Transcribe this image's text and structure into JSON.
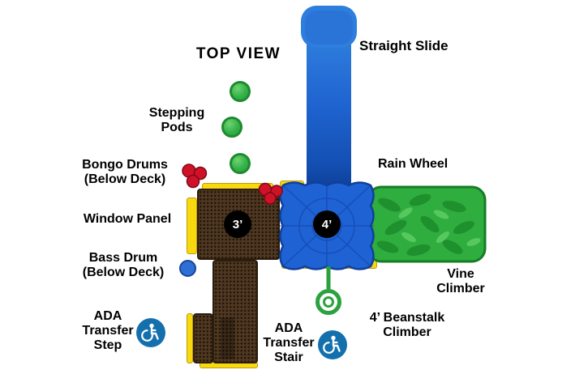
{
  "diagram": {
    "title": "TOP VIEW",
    "labels": {
      "straight_slide": "Straight Slide",
      "stepping_pods": [
        "Stepping",
        "Pods"
      ],
      "bongo_drums": [
        "Bongo Drums",
        "(Below Deck)"
      ],
      "window_panel": "Window Panel",
      "bass_drum": [
        "Bass Drum",
        "(Below Deck)"
      ],
      "ada_step": [
        "ADA",
        "Transfer",
        "Step"
      ],
      "ada_stair": [
        "ADA",
        "Transfer",
        "Stair"
      ],
      "rain_wheel": "Rain Wheel",
      "vine_climber": [
        "Vine",
        "Climber"
      ],
      "beanstalk": [
        "4’ Beanstalk",
        "Climber"
      ]
    },
    "decks": {
      "deck3_label": "3’",
      "deck4_label": "4’"
    },
    "icons": {
      "ada": "wheelchair-icon",
      "stepping_pod": "green-pod-icon",
      "bongo_drums": "red-drum-cluster-icon",
      "bass_drum": "blue-drum-icon",
      "beanstalk": "spiral-vine-icon"
    },
    "colors": {
      "slide_blue_top": "#2e7ede",
      "slide_blue_bottom": "#0c3d93",
      "deck_blue": "#1e62d4",
      "green": "#2fae3c",
      "brown": "#4f3823",
      "yellow": "#f8d80e",
      "red": "#cf1228",
      "ada_blue": "#1470ad",
      "label_black": "#000000"
    }
  }
}
